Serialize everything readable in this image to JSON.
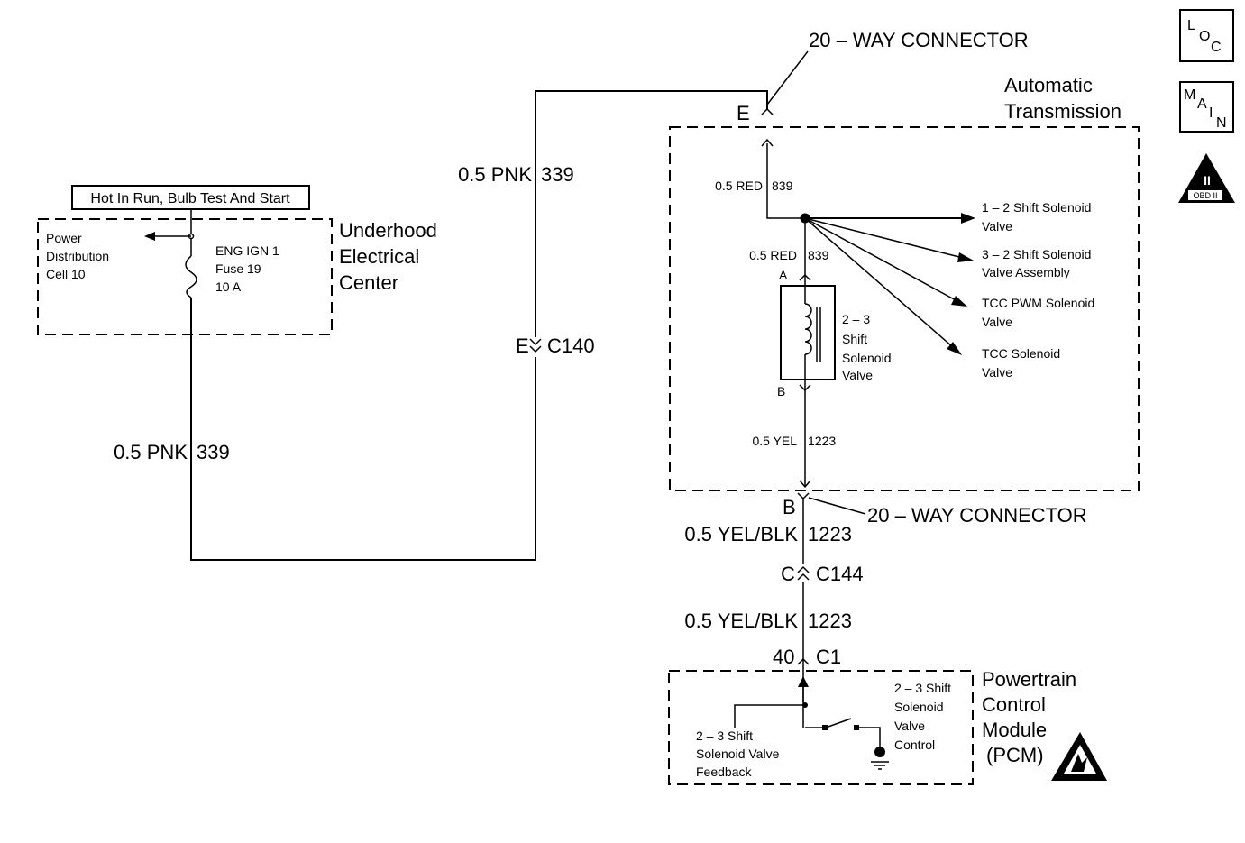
{
  "header_badges": {
    "loc": [
      "L",
      "O",
      "C"
    ],
    "main": [
      "M",
      "A",
      "I",
      "N"
    ],
    "obd": {
      "numeral": "II",
      "label": "OBD II"
    }
  },
  "power_box": {
    "hot_label": "Hot In Run, Bulb Test And Start",
    "power_dist": [
      "Power",
      "Distribution",
      "Cell 10"
    ],
    "fuse": [
      "ENG IGN 1",
      "Fuse 19",
      "10 A"
    ],
    "title": [
      "Underhood",
      "Electrical",
      "Center"
    ]
  },
  "wires": {
    "w_pnk_left": {
      "gauge": "0.5 PNK",
      "circuit": "339"
    },
    "w_pnk_top": {
      "gauge": "0.5 PNK",
      "circuit": "339"
    },
    "w_red_top": {
      "gauge": "0.5 RED",
      "circuit": "839"
    },
    "w_red_mid": {
      "gauge": "0.5 RED",
      "circuit": "839"
    },
    "w_yel": {
      "gauge": "0.5 YEL",
      "circuit": "1223"
    },
    "w_yelblk_1": {
      "gauge": "0.5 YEL/BLK",
      "circuit": "1223"
    },
    "w_yelblk_2": {
      "gauge": "0.5 YEL/BLK",
      "circuit": "1223"
    }
  },
  "connectors": {
    "c140": {
      "pin": "E",
      "name": "C140"
    },
    "top_20way": {
      "pin": "E",
      "name": "20 – WAY CONNECTOR"
    },
    "bottom_20way": {
      "pin": "B",
      "name": "20 – WAY CONNECTOR"
    },
    "c144": {
      "pin": "C",
      "name": "C144"
    },
    "c1": {
      "pin": "40",
      "name": "C1"
    }
  },
  "transmission": {
    "title": [
      "Automatic",
      "Transmission"
    ],
    "solenoid_pin_a": "A",
    "solenoid_pin_b": "B",
    "solenoid_label": [
      "2 – 3",
      "Shift",
      "Solenoid",
      "Valve"
    ],
    "branches": [
      [
        "1 – 2 Shift Solenoid",
        "Valve"
      ],
      [
        "3 – 2 Shift Solenoid",
        "Valve  Assembly"
      ],
      [
        "TCC PWM Solenoid",
        "Valve"
      ],
      [
        "TCC Solenoid",
        "Valve"
      ]
    ]
  },
  "pcm": {
    "title": [
      "Powertrain",
      "Control",
      "Module",
      "(PCM)"
    ],
    "feedback": [
      "2 – 3 Shift",
      "Solenoid Valve",
      "Feedback"
    ],
    "control": [
      "2 – 3 Shift",
      "Solenoid",
      "Valve",
      "Control"
    ]
  }
}
